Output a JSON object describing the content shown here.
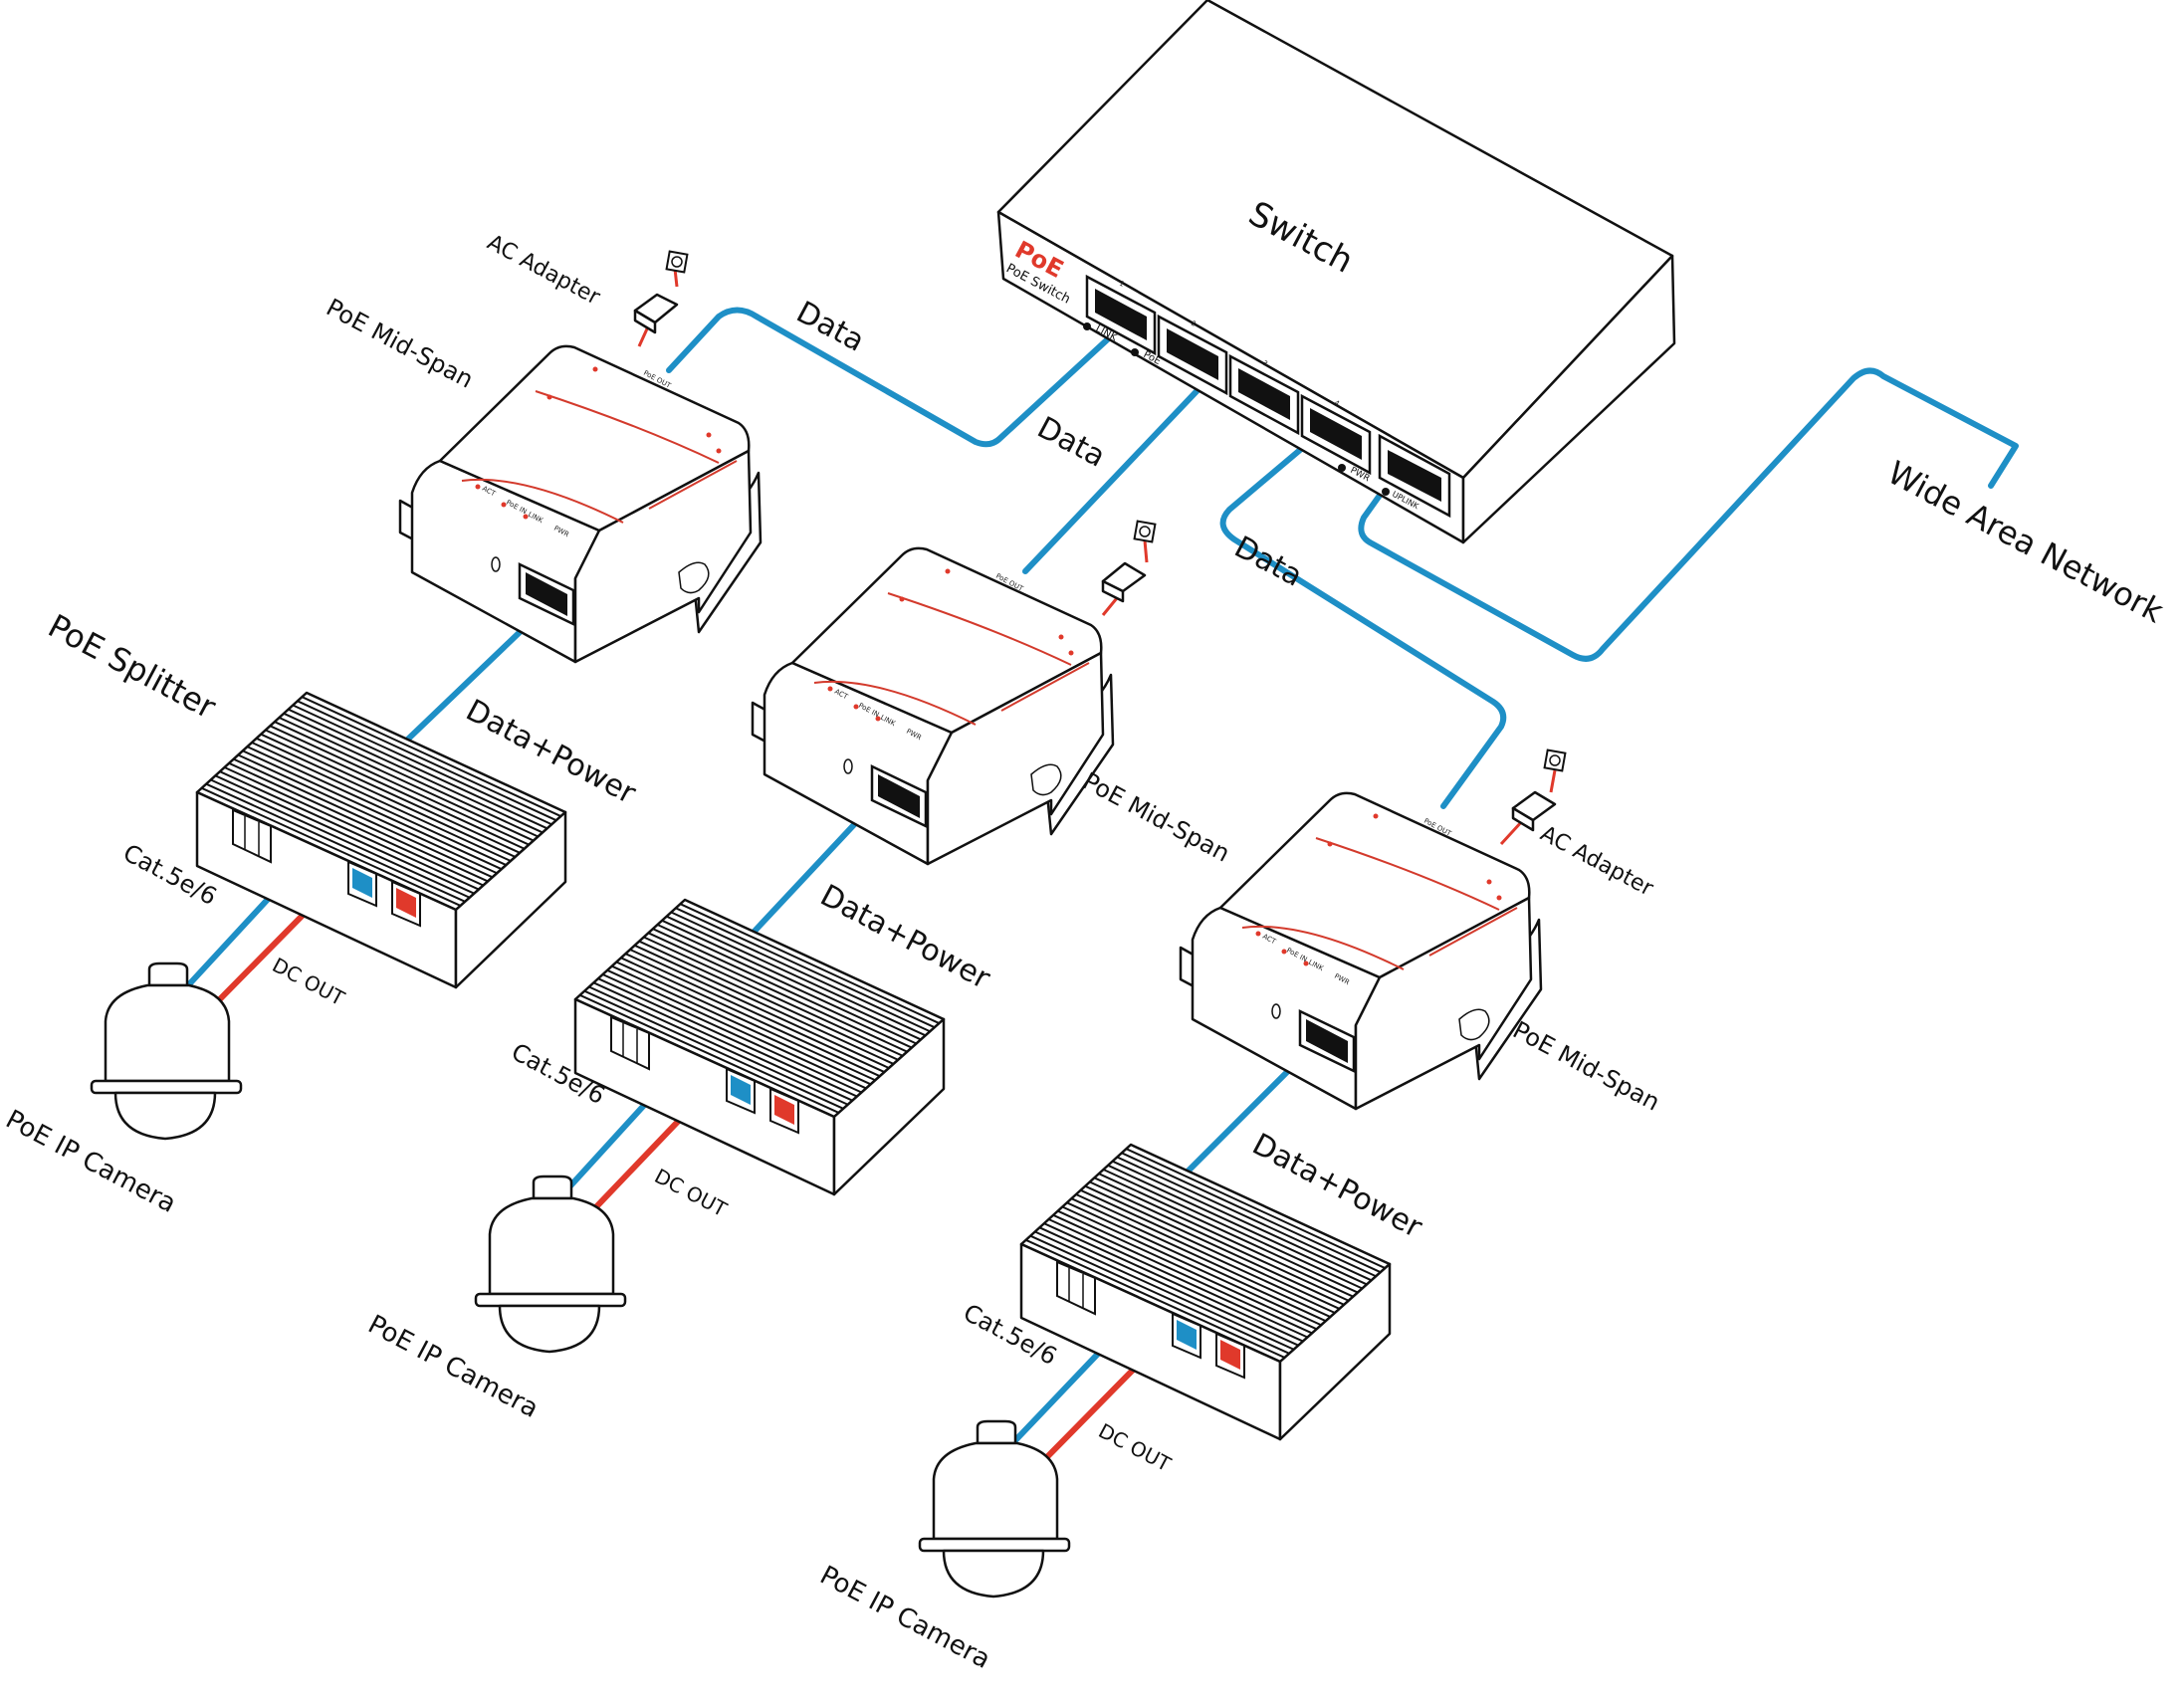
{
  "labels": {
    "switch": "Switch",
    "poe_logo": "PoE",
    "poe_switch": "PoE Switch",
    "port1": "1",
    "port2": "2",
    "port3": "3",
    "port4": "4",
    "led_link": "LINK",
    "led_poe": "PoE",
    "led_pwr": "PWR",
    "led_uplink": "UPLINK",
    "wan": "Wide Area Network",
    "data1": "Data",
    "data2": "Data",
    "data3": "Data",
    "ac1": "AC Adapter",
    "ac2": "AC Adapter",
    "midspan1": "PoE Mid-Span",
    "midspan2": "PoE Mid-Span",
    "midspan3": "PoE Mid-Span",
    "splitter": "PoE Splitter",
    "dp1": "Data+Power",
    "dp2": "Data+Power",
    "dp3": "Data+Power",
    "cat1": "Cat.5e/6",
    "cat2": "Cat.5e/6",
    "cat3": "Cat.5e/6",
    "dc1": "DC OUT",
    "dc2": "DC OUT",
    "dc3": "DC OUT",
    "cam1": "PoE IP Camera",
    "cam2": "PoE IP Camera",
    "cam3": "PoE IP Camera",
    "ms_act": "ACT",
    "ms_poein": "PoE IN",
    "ms_link": "LINK",
    "ms_pwr": "PWR",
    "ms_poeout": "PoE OUT"
  },
  "colors": {
    "data_cable": "#1e8fc6",
    "power_cable": "#e0392b",
    "accent_red": "#d33a2c",
    "outline": "#111111"
  },
  "icons": [
    "power-outlet-icon",
    "rj45-port-icon",
    "led-indicator-icon"
  ]
}
